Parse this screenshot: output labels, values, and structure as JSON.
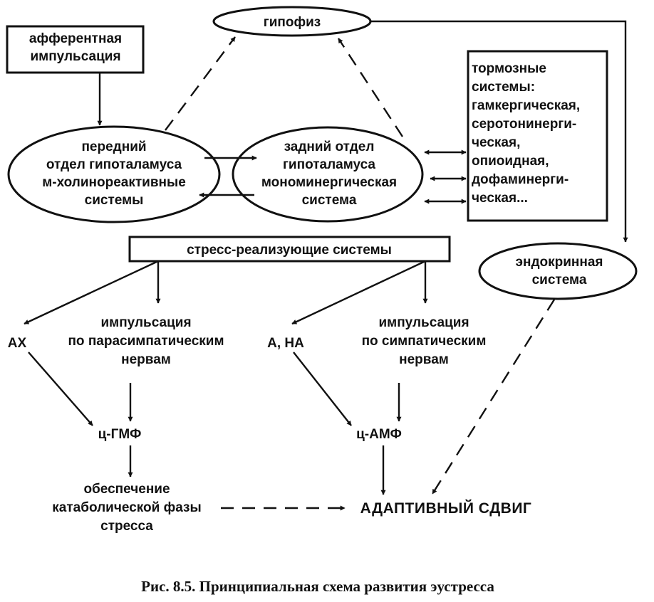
{
  "nodes": {
    "afferent": [
      "афферентная",
      "импульсация"
    ],
    "hypophysis": [
      "гипофиз"
    ],
    "inhibitory": [
      "тормозные",
      "системы:",
      "гамкергическая,",
      "серотонинерги-",
      "ческая,",
      "опиоидная,",
      "дофаминерги-",
      "ческая..."
    ],
    "anterior": [
      "передний",
      "отдел гипоталамуса",
      "м-холинореактивные",
      "системы"
    ],
    "posterior": [
      "задний отдел",
      "гипоталамуса",
      "мономинергическая",
      "система"
    ],
    "stress": [
      "стресс-реализующие системы"
    ],
    "endocrine": [
      "эндокринная",
      "система"
    ],
    "ach": [
      "АХ"
    ],
    "parasymp": [
      "импульсация",
      "по парасимпатическим",
      "нервам"
    ],
    "ana": [
      "А, НА"
    ],
    "symp": [
      "импульсация",
      "по симпатическим",
      "нервам"
    ],
    "cgmp": [
      "ц-ГМФ"
    ],
    "camp": [
      "ц-АМФ"
    ],
    "catabolic": [
      "обеспечение",
      "катаболической фазы",
      "стресса"
    ],
    "adaptive": [
      "АДАПТИВНЫЙ СДВИГ"
    ]
  },
  "caption": "Рис. 8.5. Принципиальная схема развития эустресса",
  "colors": {
    "ink": "#111111",
    "background": "#ffffff"
  }
}
